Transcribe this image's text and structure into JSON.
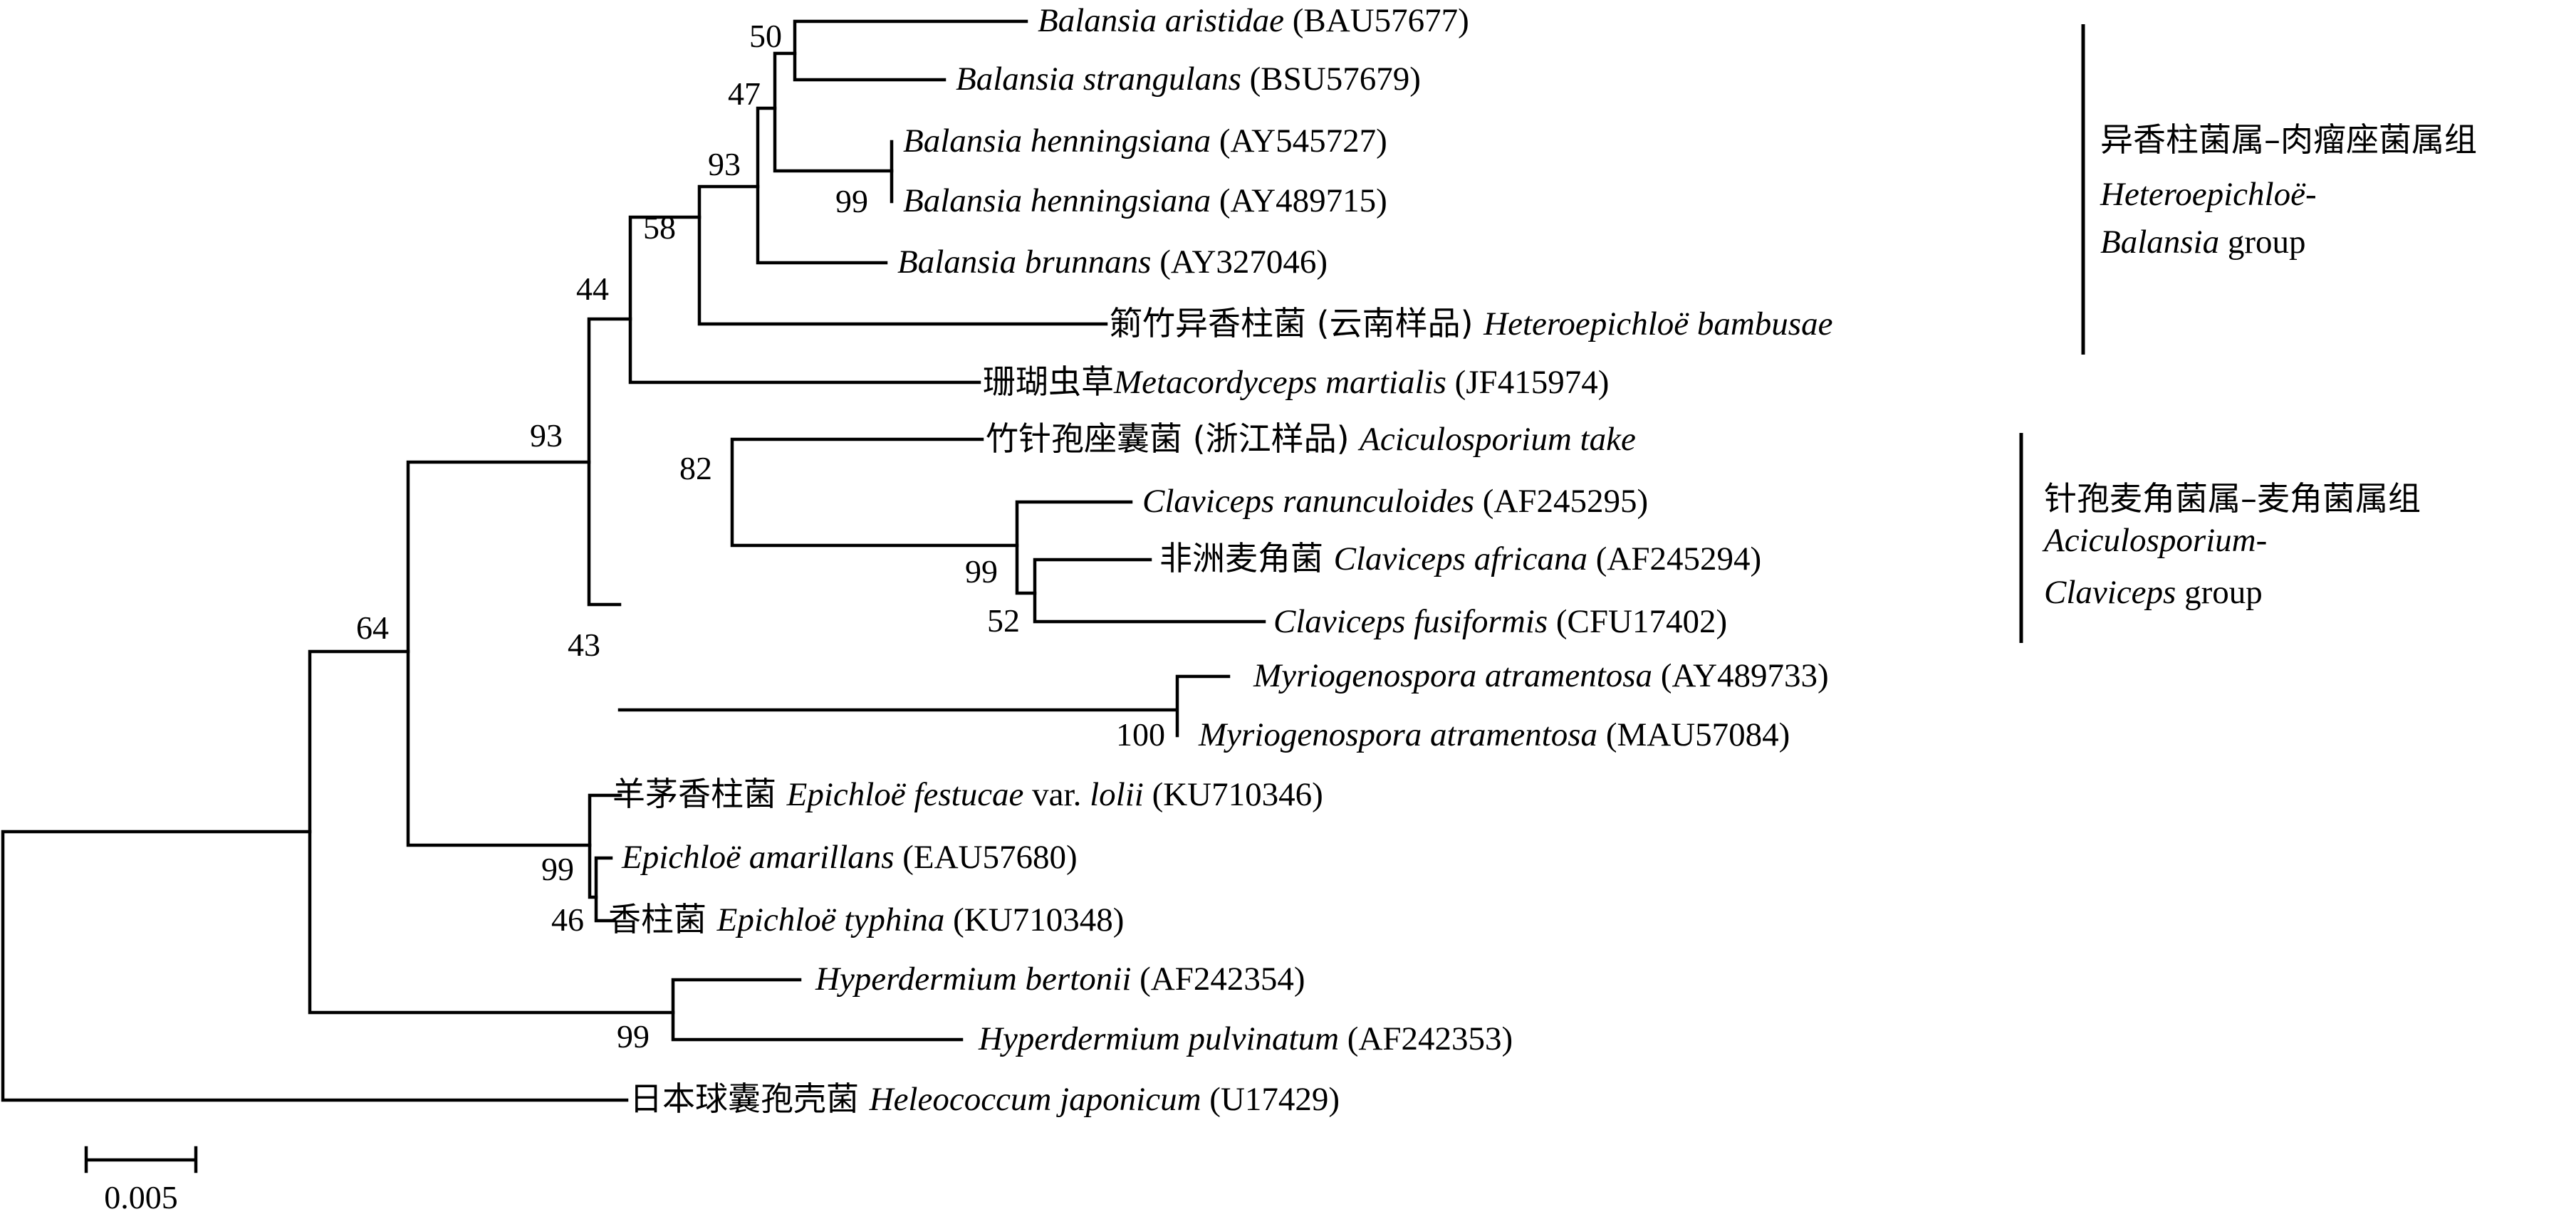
{
  "taxa": [
    {
      "id": "t1",
      "cn": "",
      "sci": "Balansia aristidae",
      "suffix": " (BAU57677)"
    },
    {
      "id": "t2",
      "cn": "",
      "sci": "Balansia strangulans",
      "suffix": " (BSU57679)"
    },
    {
      "id": "t3",
      "cn": "",
      "sci": "Balansia henningsiana",
      "suffix": " (AY545727)"
    },
    {
      "id": "t4",
      "cn": "",
      "sci": "Balansia henningsiana",
      "suffix": " (AY489715)"
    },
    {
      "id": "t5",
      "cn": "",
      "sci": "Balansia brunnans",
      "suffix": " (AY327046)"
    },
    {
      "id": "t6",
      "cn": "箣竹异香柱菌 (云南样品) ",
      "sci": "Heteroepichloë bambusae",
      "suffix": ""
    },
    {
      "id": "t7",
      "cn": "珊瑚虫草",
      "sci": "Metacordyceps martialis",
      "suffix": " (JF415974)"
    },
    {
      "id": "t8",
      "cn": "竹针孢座囊菌 (浙江样品) ",
      "sci": "Aciculosporium take",
      "suffix": ""
    },
    {
      "id": "t9",
      "cn": "",
      "sci": "Claviceps ranunculoides",
      "suffix": " (AF245295)"
    },
    {
      "id": "t10",
      "cn": "非洲麦角菌  ",
      "sci": "Claviceps africana",
      "suffix": " (AF245294)"
    },
    {
      "id": "t11",
      "cn": "",
      "sci": "Claviceps fusiformis",
      "suffix": " (CFU17402)"
    },
    {
      "id": "t12",
      "cn": "",
      "sci": "Myriogenospora atramentosa",
      "suffix": " (AY489733)"
    },
    {
      "id": "t13",
      "cn": "",
      "sci": "Myriogenospora atramentosa",
      "suffix": " (MAU57084)"
    },
    {
      "id": "t14",
      "cn": "羊茅香柱菌  ",
      "sci": "Epichloë festucae",
      "suffix": " var. ",
      "sci2": "lolii",
      "suffix2": " (KU710346)"
    },
    {
      "id": "t15",
      "cn": "",
      "sci": "Epichloë amarillans",
      "suffix": " (EAU57680)"
    },
    {
      "id": "t16",
      "cn": "香柱菌  ",
      "sci": "Epichloë typhina",
      "suffix": " (KU710348)"
    },
    {
      "id": "t17",
      "cn": "",
      "sci": "Hyperdermium bertonii",
      "suffix": " (AF242354)"
    },
    {
      "id": "t18",
      "cn": "",
      "sci": "Hyperdermium pulvinatum",
      "suffix": " (AF242353)"
    },
    {
      "id": "t19",
      "cn": "日本球囊孢壳菌  ",
      "sci": "Heleococcum japonicum",
      "suffix": " (U17429)"
    }
  ],
  "bootstrap": [
    {
      "id": "b50",
      "value": "50"
    },
    {
      "id": "b47",
      "value": "47"
    },
    {
      "id": "b93a",
      "value": "93"
    },
    {
      "id": "b99a",
      "value": "99"
    },
    {
      "id": "b58",
      "value": "58"
    },
    {
      "id": "b44",
      "value": "44"
    },
    {
      "id": "b93b",
      "value": "93"
    },
    {
      "id": "b82",
      "value": "82"
    },
    {
      "id": "b99b",
      "value": "99"
    },
    {
      "id": "b52",
      "value": "52"
    },
    {
      "id": "b43",
      "value": "43"
    },
    {
      "id": "b100",
      "value": "100"
    },
    {
      "id": "b64",
      "value": "64"
    },
    {
      "id": "b99c",
      "value": "99"
    },
    {
      "id": "b46",
      "value": "46"
    },
    {
      "id": "b99d",
      "value": "99"
    }
  ],
  "groups": {
    "hetero": {
      "cn": "异香柱菌属–肉瘤座菌属组",
      "sci": "Heteroepichloë-",
      "sci2": "Balansia",
      "word": " group"
    },
    "acicu": {
      "cn": "针孢麦角菌属–麦角菌属组",
      "sci": "Aciculosporium-",
      "sci2": "Claviceps",
      "word": " group"
    }
  },
  "scale": {
    "label": "0.005"
  }
}
